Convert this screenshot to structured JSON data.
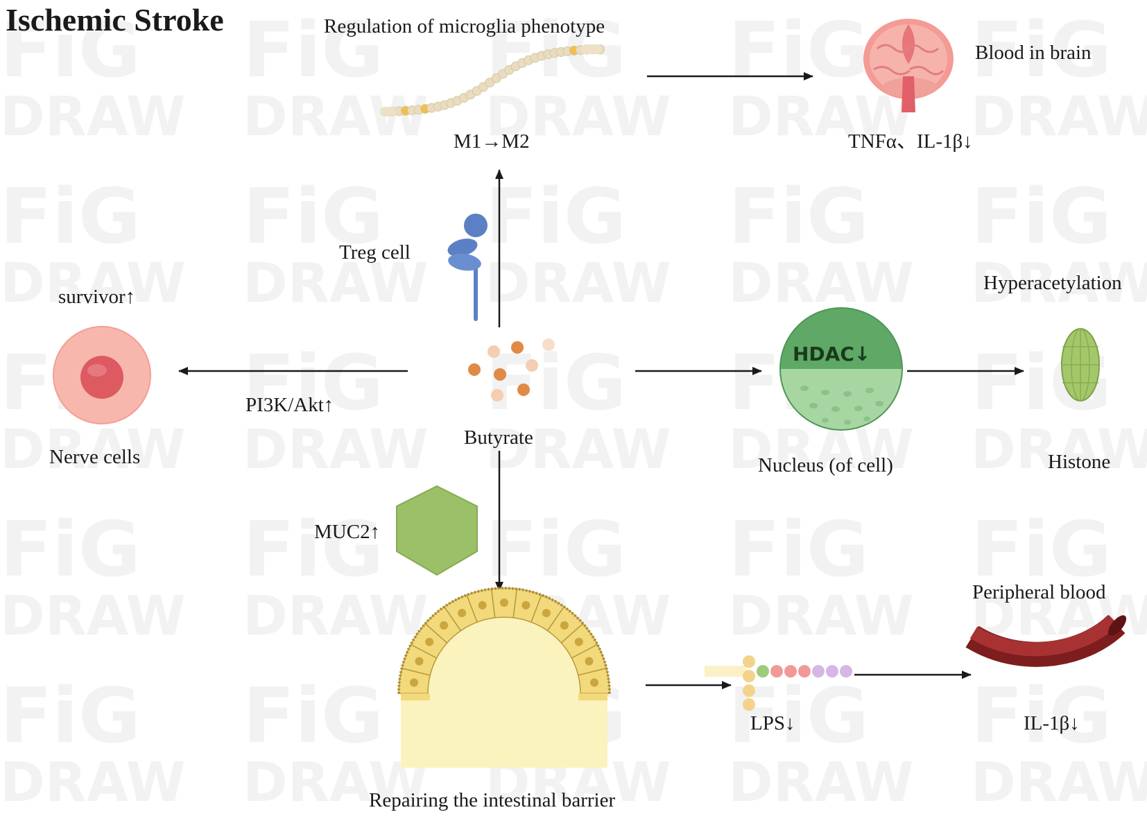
{
  "title": "Ischemic Stroke",
  "labels": {
    "microglia_regulation": "Regulation of microglia phenotype",
    "m1_m2": "M1→M2",
    "blood_in_brain": "Blood in brain",
    "cytokines_down": "TNFα、IL-1β↓",
    "treg_cell": "Treg cell",
    "survivor": "survivor↑",
    "pi3k_akt": "PI3K/Akt↑",
    "nerve_cells": "Nerve cells",
    "butyrate": "Butyrate",
    "hdac": "HDAC↓",
    "nucleus": "Nucleus (of cell)",
    "hyperacetylation": "Hyperacetylation",
    "histone": "Histone",
    "muc2": "MUC2↑",
    "peripheral_blood": "Peripheral blood",
    "lps": "LPS↓",
    "il1b": "IL-1β↓",
    "intestinal_barrier": "Repairing the intestinal barrier"
  },
  "watermark": [
    "FiG",
    "DRAW"
  ],
  "colors": {
    "arrow": "#1a1a1a",
    "microglia": "#e9dcc0",
    "brain": "#f0908a",
    "treg": "#5b80c4",
    "nerve_outer": "#f7b7ad",
    "nerve_inner": "#dc5a60",
    "butyrate_dark": "#e08a46",
    "butyrate_light": "#f5cdb0",
    "nucleus_top": "#5fa866",
    "nucleus_bottom": "#a8d6a2",
    "histone": "#a4c76a",
    "muc2": "#9cc068",
    "intestine": "#f2d97c",
    "intestine_inner": "#fbf3bd",
    "vessel": "#9c2a2a",
    "watermark": "#f2f2f2"
  }
}
